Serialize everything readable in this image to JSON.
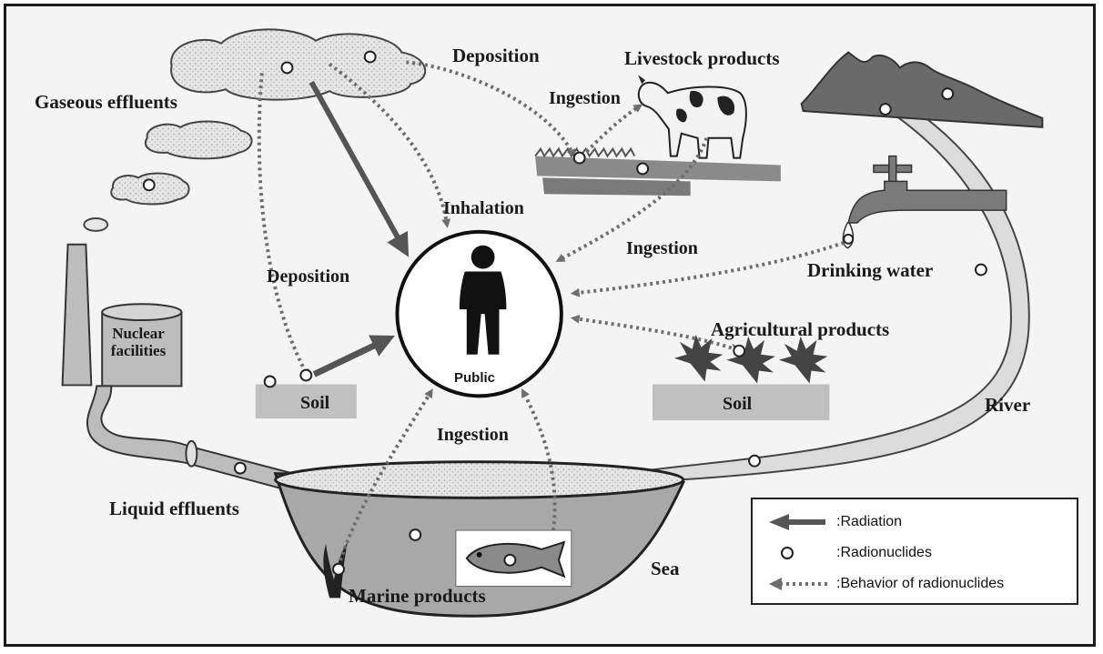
{
  "labels": {
    "gaseous_effluents": "Gaseous effluents",
    "deposition_top": "Deposition",
    "livestock_products": "Livestock products",
    "ingestion_livestock": "Ingestion",
    "inhalation": "Inhalation",
    "ingestion_right": "Ingestion",
    "deposition_left": "Deposition",
    "drinking_water": "Drinking water",
    "agricultural_products": "Agricultural products",
    "nuclear_facilities": "Nuclear facilities",
    "soil_left": "Soil",
    "soil_right": "Soil",
    "public": "Public",
    "ingestion_sea": "Ingestion",
    "river": "River",
    "liquid_effluents": "Liquid effluents",
    "sea": "Sea",
    "marine_products": "Marine products"
  },
  "legend": {
    "radiation": ":Radiation",
    "radionuclides": ":Radionuclides",
    "behavior": ":Behavior of radionuclides"
  },
  "colors": {
    "arrow": "#555555",
    "dotted": "#6e6e6e",
    "fill_light": "#c8c8c8",
    "frame": "#1a1a1a"
  }
}
